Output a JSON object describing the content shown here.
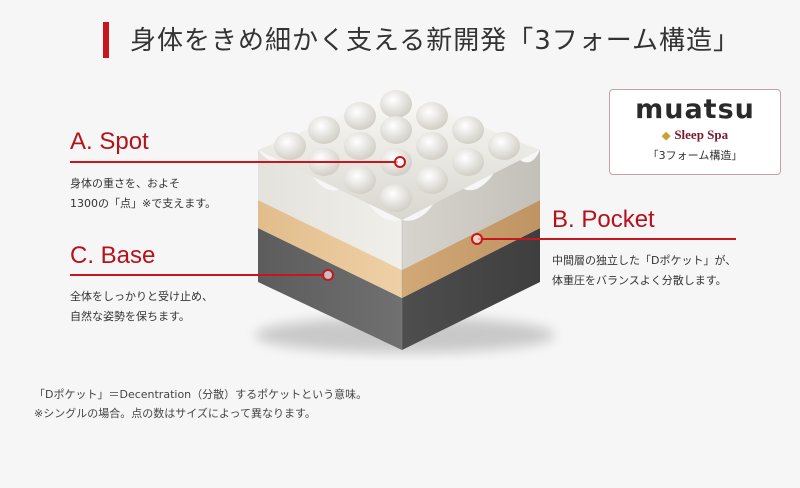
{
  "header": {
    "title": "身体をきめ細かく支える新開発「3フォーム構造」"
  },
  "sections": {
    "spot": {
      "title": "A. Spot",
      "desc_lines": [
        "身体の重さを、およそ",
        "1300の「点」※で支えます。"
      ]
    },
    "pocket": {
      "title": "B. Pocket",
      "desc_lines": [
        "中間層の独立した「Dポケット」が、",
        "体重圧をバランスよく分散します。"
      ]
    },
    "base": {
      "title": "C. Base",
      "desc_lines": [
        "全体をしっかりと受け止め、",
        "自然な姿勢を保ちます。"
      ]
    }
  },
  "logo": {
    "brand": "muatsu",
    "sub": "Sleep Spa",
    "caption": "「3フォーム構造」"
  },
  "footnotes": [
    "「Dポケット」＝Decentration（分散）するポケットという意味。",
    "※シングルの場合。点の数はサイズによって異なります。"
  ],
  "colors": {
    "accent": "#c8161d",
    "foam_top": "#eeece6",
    "foam_mid": "#e8c79b",
    "foam_base": "#5a5a5a"
  }
}
